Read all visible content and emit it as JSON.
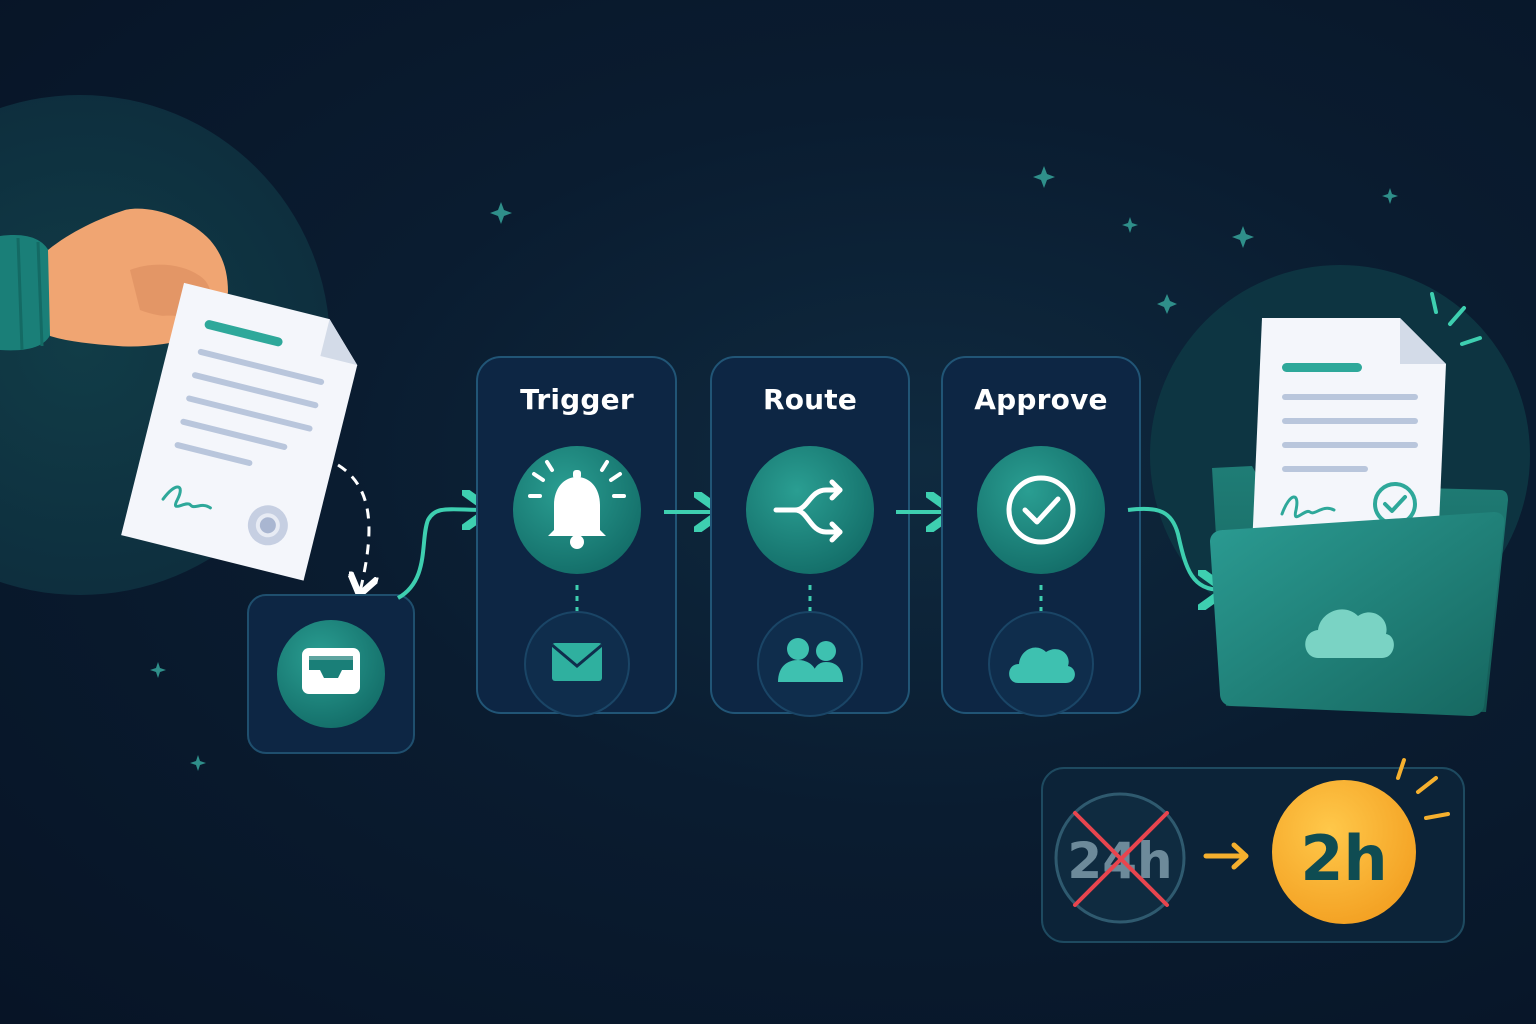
{
  "stages": [
    {
      "id": "trigger",
      "label": "Trigger",
      "main_icon": "bell-icon",
      "sub_icon": "envelope-icon"
    },
    {
      "id": "route",
      "label": "Route",
      "main_icon": "split-arrows-icon",
      "sub_icon": "users-icon"
    },
    {
      "id": "approve",
      "label": "Approve",
      "main_icon": "check-circle-icon",
      "sub_icon": "cloud-icon"
    }
  ],
  "intake": {
    "icon": "inbox-icon"
  },
  "archive": {
    "icon": "folder-cloud-icon"
  },
  "time_comparison": {
    "before": "24h",
    "after": "2h"
  },
  "colors": {
    "background": "#0a1c30",
    "accent": "#3ecfb0",
    "teal": "#1f8c80",
    "gold": "#f6b02e",
    "cross": "#e8454e"
  }
}
